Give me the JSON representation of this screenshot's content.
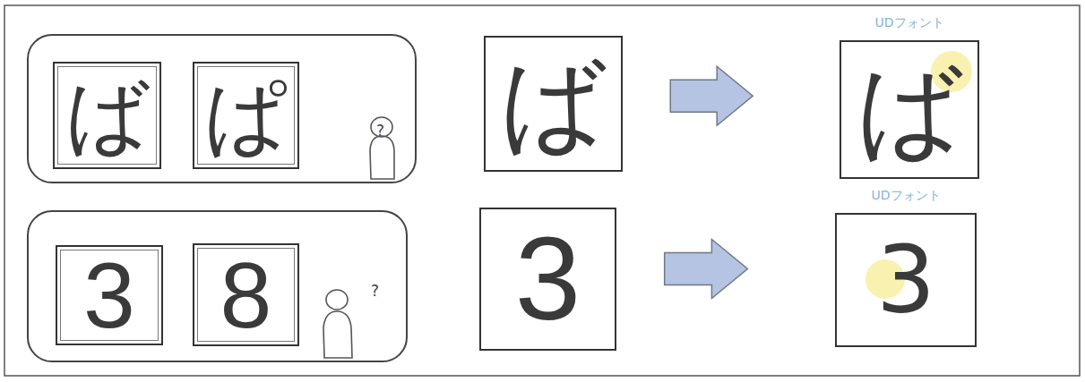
{
  "diagram": {
    "nodes": [
      {
        "text": [
          "?"
        ]
      },
      {
        "text": [
          "ば"
        ],
        "in": 0
      },
      {
        "text": [
          "ぱ"
        ],
        "in": 0
      },
      {
        "text": [
          "ば"
        ]
      },
      {
        "text": [
          "UDフォント",
          "ば"
        ]
      },
      {
        "text": [
          "?"
        ]
      },
      {
        "text": [
          "3"
        ],
        "in": 5
      },
      {
        "text": [
          "8"
        ],
        "in": 5
      },
      {
        "text": [
          "3"
        ]
      },
      {
        "text": [
          "UDフォント",
          "3"
        ]
      }
    ],
    "edges": [
      {
        "from": 3,
        "to": 4,
        "arrow": "to"
      },
      {
        "from": 8,
        "to": 9,
        "arrow": "to"
      }
    ]
  }
}
